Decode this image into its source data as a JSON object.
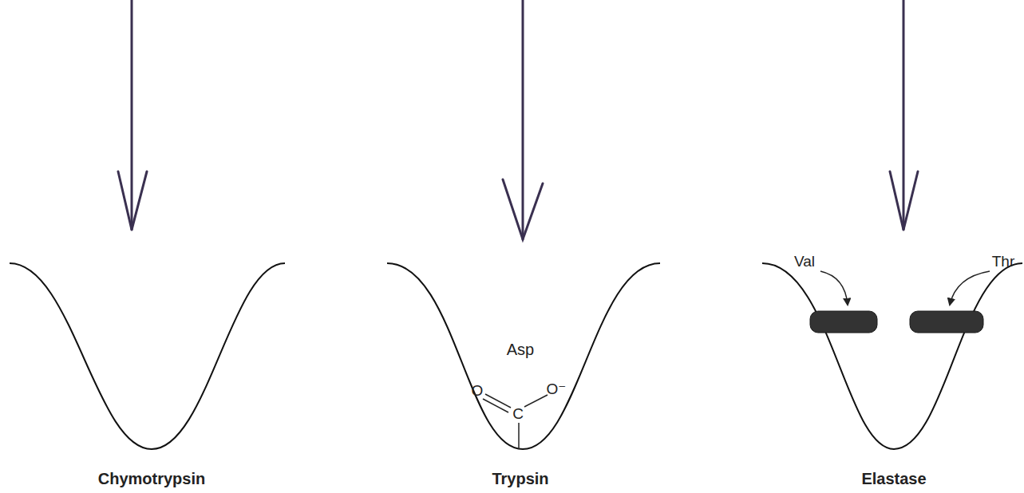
{
  "diagram": {
    "labels": [
      "Val",
      "Thr",
      "Asp",
      "O",
      "C",
      "O⁻",
      "Chymotrypsin",
      "Trypsin",
      "Elastase"
    ]
  }
}
